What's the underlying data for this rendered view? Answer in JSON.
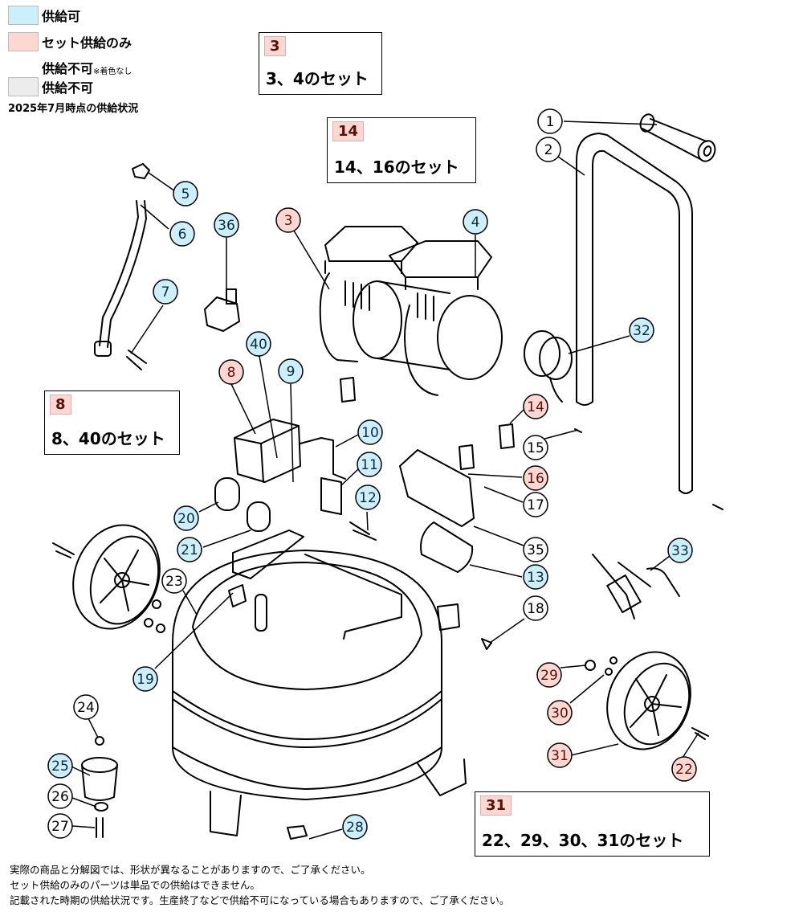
{
  "legend": {
    "items": [
      {
        "label": "供給可",
        "note": "",
        "color": "#cdeefb"
      },
      {
        "label": "セット供給のみ",
        "note": "",
        "color": "#fdd8d2"
      },
      {
        "label": "供給不可",
        "note": "※着色なし",
        "color": "#ffffff"
      },
      {
        "label": "供給不可",
        "note": "",
        "color": "#ececec"
      }
    ],
    "as_of": "2025年7月時点の供給状況"
  },
  "sets": [
    {
      "id": "3",
      "description": "3、4のセット"
    },
    {
      "id": "14",
      "description": "14、16のセット"
    },
    {
      "id": "8",
      "description": "8、40のセット"
    },
    {
      "id": "31",
      "description": "22、29、30、31のセット"
    }
  ],
  "status_colors": {
    "available": "#cdeefb",
    "set_only": "#fdd8d2",
    "unavailable": "#ffffff"
  },
  "parts": [
    {
      "no": "1",
      "status": "unavailable"
    },
    {
      "no": "2",
      "status": "unavailable"
    },
    {
      "no": "3",
      "status": "set_only"
    },
    {
      "no": "4",
      "status": "available"
    },
    {
      "no": "5",
      "status": "available"
    },
    {
      "no": "6",
      "status": "available"
    },
    {
      "no": "7",
      "status": "available"
    },
    {
      "no": "8",
      "status": "set_only"
    },
    {
      "no": "9",
      "status": "available"
    },
    {
      "no": "10",
      "status": "available"
    },
    {
      "no": "11",
      "status": "available"
    },
    {
      "no": "12",
      "status": "available"
    },
    {
      "no": "13",
      "status": "available"
    },
    {
      "no": "14",
      "status": "set_only"
    },
    {
      "no": "15",
      "status": "unavailable"
    },
    {
      "no": "16",
      "status": "set_only"
    },
    {
      "no": "17",
      "status": "unavailable"
    },
    {
      "no": "18",
      "status": "unavailable"
    },
    {
      "no": "19",
      "status": "available"
    },
    {
      "no": "20",
      "status": "available"
    },
    {
      "no": "21",
      "status": "available"
    },
    {
      "no": "22",
      "status": "set_only"
    },
    {
      "no": "23",
      "status": "unavailable"
    },
    {
      "no": "24",
      "status": "unavailable"
    },
    {
      "no": "25",
      "status": "available"
    },
    {
      "no": "26",
      "status": "unavailable"
    },
    {
      "no": "27",
      "status": "unavailable"
    },
    {
      "no": "28",
      "status": "available"
    },
    {
      "no": "29",
      "status": "set_only"
    },
    {
      "no": "30",
      "status": "set_only"
    },
    {
      "no": "31",
      "status": "set_only"
    },
    {
      "no": "32",
      "status": "available"
    },
    {
      "no": "33",
      "status": "available"
    },
    {
      "no": "35",
      "status": "unavailable"
    },
    {
      "no": "36",
      "status": "available"
    },
    {
      "no": "40",
      "status": "available"
    }
  ],
  "footer": {
    "lines": [
      "実際の商品と分解図では、形状が異なることがありますので、ご了承ください。",
      "セット供給のみのパーツは単品での供給はできません。",
      "記載された時期の供給状況です。生産終了などで供給不可になっている場合もありますので、ご了承ください。"
    ]
  }
}
